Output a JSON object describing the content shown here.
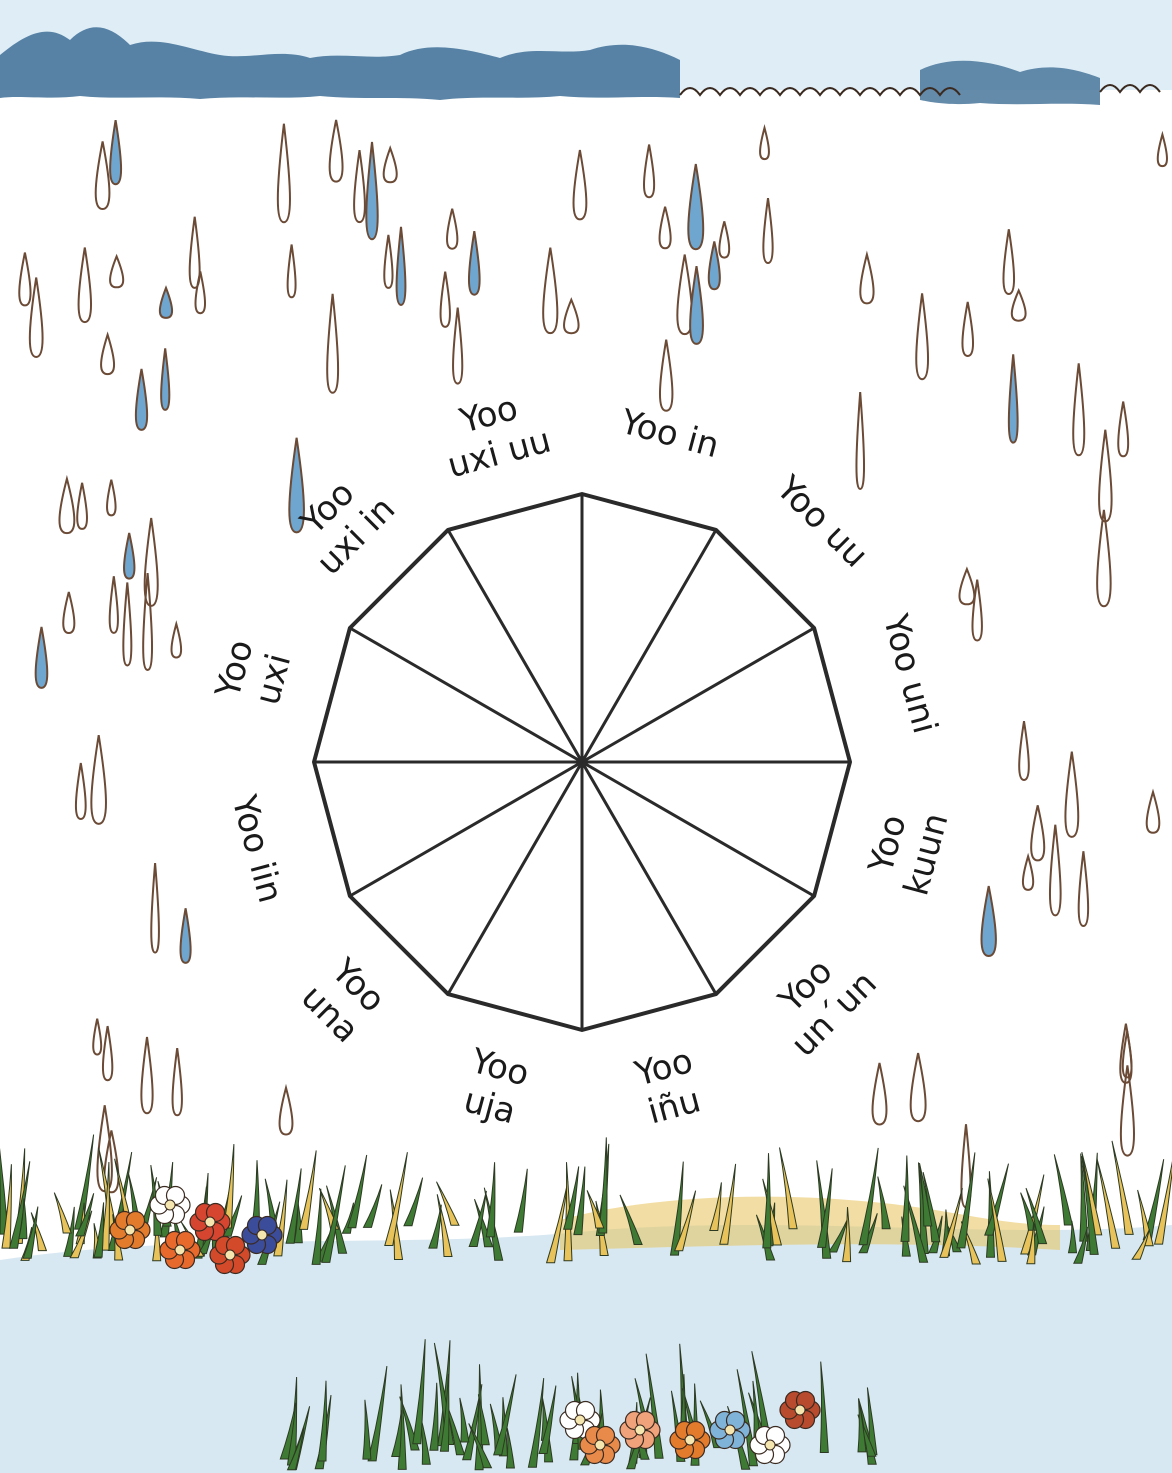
{
  "wheel": {
    "segments": [
      {
        "lines": [
          "Yoo",
          "uxi uu"
        ]
      },
      {
        "lines": [
          "Yoo in"
        ]
      },
      {
        "lines": [
          "Yoo uu"
        ]
      },
      {
        "lines": [
          "Yoo uni"
        ]
      },
      {
        "lines": [
          "Yoo",
          "kuun"
        ]
      },
      {
        "lines": [
          "Yoo",
          "un´un"
        ]
      },
      {
        "lines": [
          "Yoo",
          "iñu"
        ]
      },
      {
        "lines": [
          "Yoo",
          "uja"
        ]
      },
      {
        "lines": [
          "Yoo",
          "una"
        ]
      },
      {
        "lines": [
          "Yoo iin"
        ]
      },
      {
        "lines": [
          "Yoo",
          "uxi"
        ]
      },
      {
        "lines": [
          "Yoo",
          "uxi in"
        ]
      }
    ]
  },
  "colors": {
    "cloud": "#3f6e96",
    "rain": "#6b4a36",
    "rain_blue": "#6ea6cf",
    "grass": "#3f7a34",
    "grass_yellow": "#e8c25a",
    "puddle": "#cfe3ef",
    "wheel": "#2a2a2a"
  }
}
